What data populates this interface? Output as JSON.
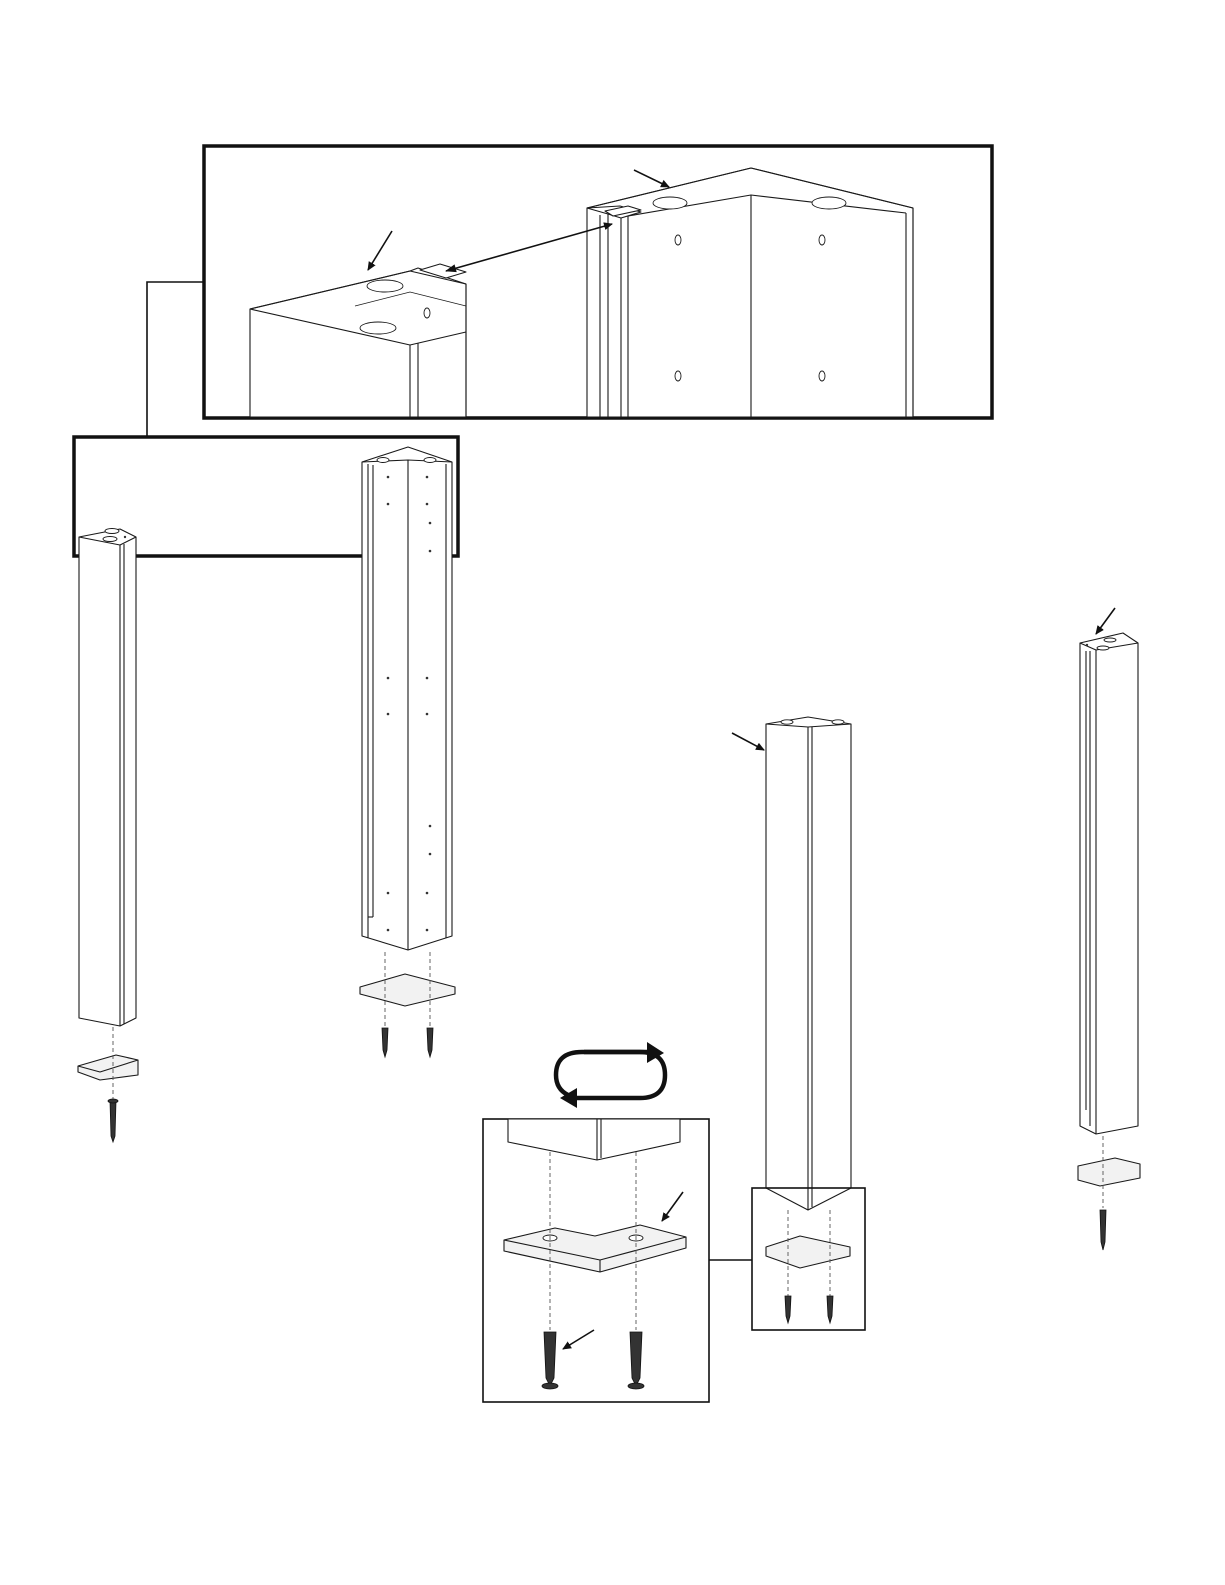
{
  "diagram": {
    "parts": [
      {
        "id": "leg-1",
        "name": "square-leg-left"
      },
      {
        "id": "leg-2",
        "name": "corner-leg-center"
      },
      {
        "id": "leg-3",
        "name": "corner-leg-right-front"
      },
      {
        "id": "leg-4",
        "name": "square-leg-far-right"
      }
    ],
    "callouts": [
      {
        "id": "top-detail",
        "name": "top-joint-detail"
      },
      {
        "id": "foot-detail",
        "name": "foot-glide-detail"
      }
    ],
    "icons": [
      "rotate-icon",
      "pointer-arrow-icon"
    ]
  }
}
